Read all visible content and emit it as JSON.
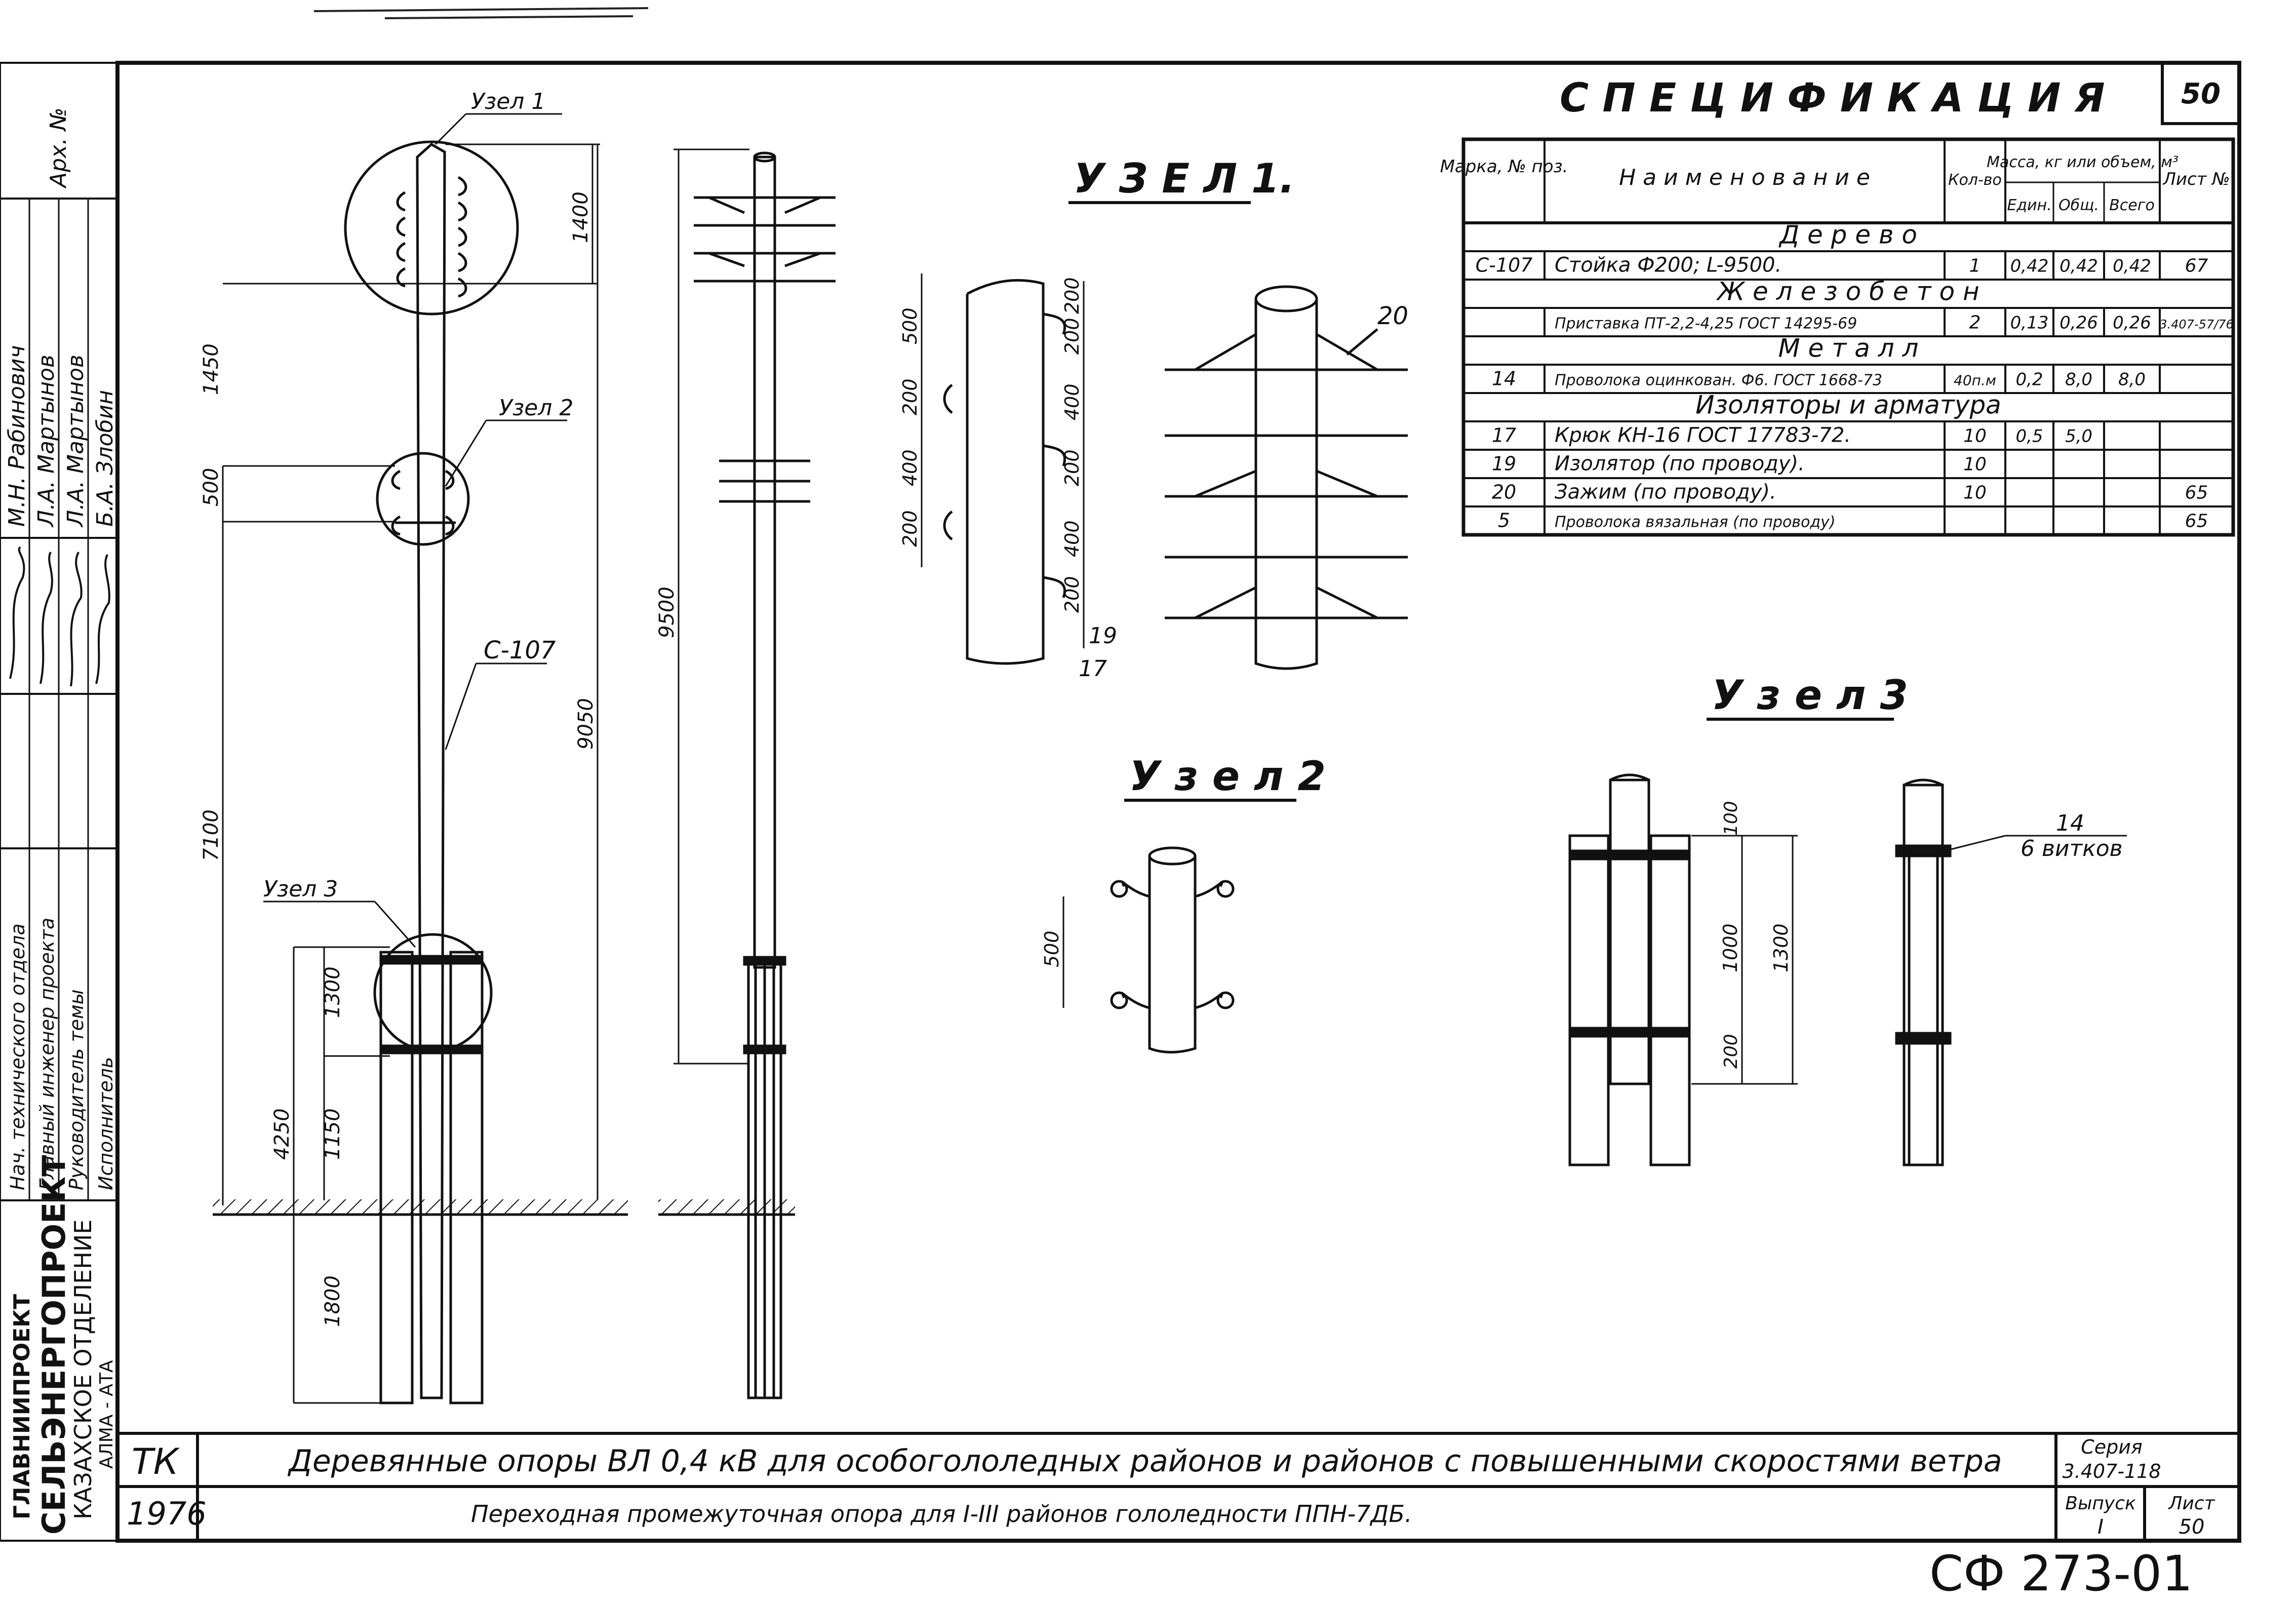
{
  "sheet_number_top": "50",
  "arch_label": "Арх. №",
  "org": {
    "line1": "ГЛАВНИИПРОЕКТ",
    "line2": "СЕЛЬЭНЕРГОПРОЕКТ",
    "line3": "КАЗАХСКОЕ ОТДЕЛЕНИЕ",
    "line4": "АЛМА - АТА"
  },
  "signatures": {
    "roles": [
      "Нач. технического отдела",
      "Главный инженер проекта",
      "Руководитель темы",
      "Исполнитель"
    ],
    "names": [
      "М.Н. Рабинович",
      "Л.А. Мартынов",
      "Л.А. Мартынов",
      "Б.А. Злобин"
    ]
  },
  "title_block": {
    "code": "ТК",
    "year": "1976",
    "title": "Деревянные опоры ВЛ 0,4 кВ для особогололедных районов и районов с повышенными скоростями ветра",
    "subtitle": "Переходная промежуточная опора для I-III районов гололедности ППН-7ДБ.",
    "series_label": "Серия",
    "series_value": "3.407-118",
    "issue_label": "Выпуск",
    "issue_value": "I",
    "sheet_label": "Лист",
    "sheet_value": "50"
  },
  "stamp": "СФ 273-01",
  "spec": {
    "title": "С П Е Ц И Ф И К А Ц И Я",
    "headers": {
      "mark": "Марка, № поз.",
      "name": "Н а и м е н о в а н и е",
      "qty": "Кол-во",
      "mass": "Масса, кг или объем, м³",
      "unit": "Един.",
      "total": "Общ.",
      "all": "Всего",
      "sheet": "Лист №"
    },
    "rows": [
      {
        "section": "Д е р е в о"
      },
      {
        "mark": "С-107",
        "name": "Стойка Ф200; L-9500.",
        "qty": "1",
        "unit": "0,42",
        "total": "0,42",
        "all": "0,42",
        "sheet": "67"
      },
      {
        "section": "Ж е л е з о б е т о н"
      },
      {
        "mark": "",
        "name": "Приставка ПТ-2,2-4,25 ГОСТ 14295-69",
        "qty": "2",
        "unit": "0,13",
        "total": "0,26",
        "all": "0,26",
        "sheet": "3.407-57/76"
      },
      {
        "section": "М е т а л л"
      },
      {
        "mark": "14",
        "name": "Проволока оцинкован. Ф6. ГОСТ 1668-73",
        "qty": "40п.м",
        "unit": "0,2",
        "total": "8,0",
        "all": "8,0",
        "sheet": ""
      },
      {
        "section": "Изоляторы и арматура"
      },
      {
        "mark": "17",
        "name": "Крюк КН-16 ГОСТ 17783-72.",
        "qty": "10",
        "unit": "0,5",
        "total": "5,0",
        "all": "",
        "sheet": ""
      },
      {
        "mark": "19",
        "name": "Изолятор (по проводу).",
        "qty": "10",
        "unit": "",
        "total": "",
        "all": "",
        "sheet": ""
      },
      {
        "mark": "20",
        "name": "Зажим (по проводу).",
        "qty": "10",
        "unit": "",
        "total": "",
        "all": "",
        "sheet": "65"
      },
      {
        "mark": "5",
        "name": "Проволока вязальная (по проводу)",
        "qty": "",
        "unit": "",
        "total": "",
        "all": "",
        "sheet": "65"
      }
    ]
  },
  "node_titles": {
    "node1": "У З Е Л 1.",
    "node2": "У з е л 2",
    "node3": "У з е л 3"
  },
  "callouts": {
    "uzel1": "Узел 1",
    "uzel2": "Узел 2",
    "uzel3": "Узел 3",
    "c107": "С-107",
    "n20": "20",
    "n19": "19",
    "n17": "17",
    "n14": "14",
    "turns": "6 витков"
  },
  "dims_pole": {
    "d1400": "1400",
    "d1450": "1450",
    "d500": "500",
    "d7100": "7100",
    "d9050": "9050",
    "d1300": "1300",
    "d4250": "4250",
    "d1150": "1150",
    "d1800": "1800",
    "d9500": "9500"
  },
  "dims_node1_left": [
    "500",
    "200",
    "400",
    "200"
  ],
  "dims_node1_right": [
    "200",
    "200",
    "400",
    "200",
    "400",
    "200"
  ],
  "dims_node2": "500",
  "dims_node3": {
    "d100": "100",
    "d1000": "1000",
    "d1300": "1300",
    "d200": "200"
  }
}
